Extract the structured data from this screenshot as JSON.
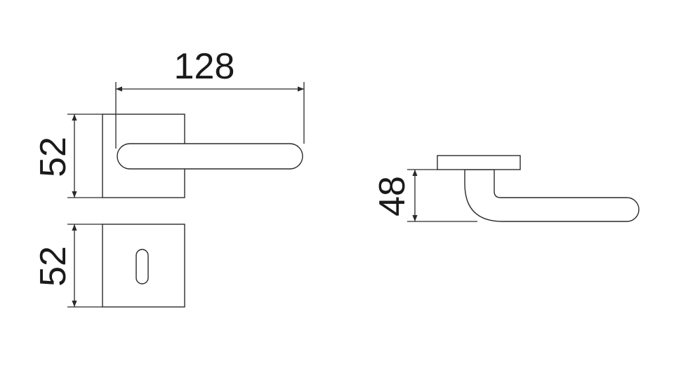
{
  "dimensions": {
    "handle_length": "128",
    "rose_height": "52",
    "escutcheon_height": "52",
    "side_projection": "48"
  },
  "colors": {
    "background": "#ffffff",
    "line": "#2a2a2a",
    "text": "#1a1a1a"
  }
}
